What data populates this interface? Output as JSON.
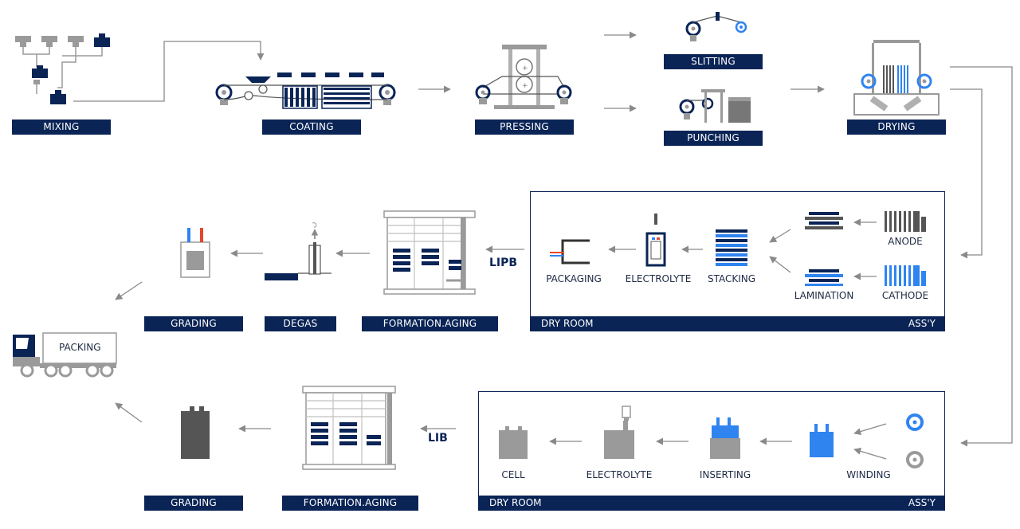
{
  "colors": {
    "navy": "#0a2456",
    "blue": "#2f84f0",
    "gray": "#9a9a9a",
    "dark_gray": "#555555",
    "red": "#e8452c"
  },
  "top_row": {
    "mixing": "MIXING",
    "coating": "COATING",
    "pressing": "PRESSING",
    "slitting": "SLITTING",
    "punching": "PUNCHING",
    "drying": "DRYING"
  },
  "lipb": {
    "branch_label": "LIPB",
    "assembly": {
      "room_left": "DRY ROOM",
      "room_right": "ASS'Y",
      "packaging": "PACKAGING",
      "electrolyte": "ELECTROLYTE",
      "stacking": "STACKING",
      "lamination": "LAMINATION",
      "anode": "ANODE",
      "cathode": "CATHODE"
    },
    "formation_aging": "FORMATION.AGING",
    "degas": "DEGAS",
    "grading": "GRADING"
  },
  "packing": "PACKING",
  "lib": {
    "branch_label": "LIB",
    "assembly": {
      "room_left": "DRY ROOM",
      "room_right": "ASS'Y",
      "cell": "CELL",
      "electrolyte": "ELECTROLYTE",
      "inserting": "INSERTING",
      "winding": "WINDING"
    },
    "formation_aging": "FORMATION.AGING",
    "grading": "GRADING"
  }
}
